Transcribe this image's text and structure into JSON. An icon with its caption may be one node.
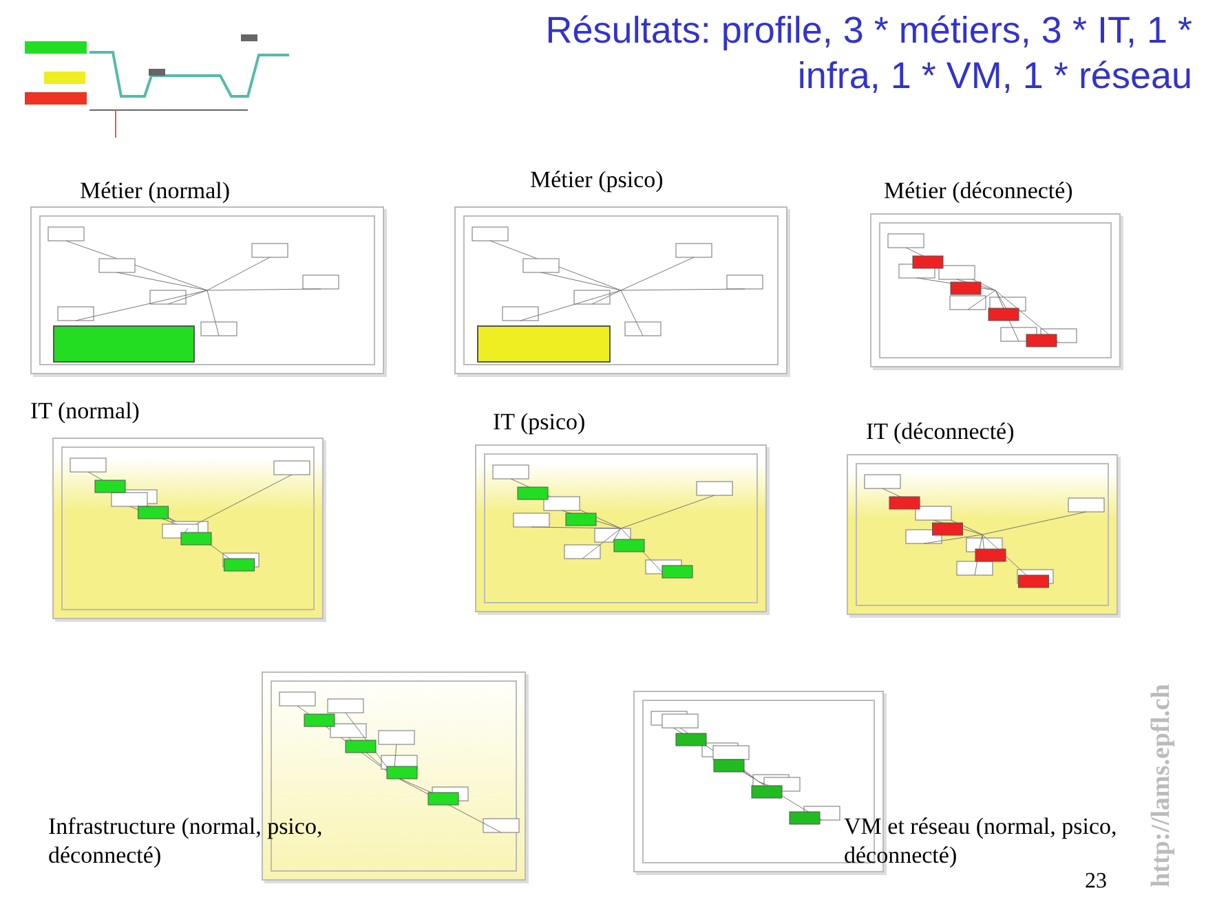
{
  "diagram": {
    "title": "Résultats: profile, 3 * métiers, 3 * IT, 1 * infra, 1 * VM, 1 * réseau",
    "nodes": [
      {
        "text": [],
        "shape": "picture"
      },
      {
        "text": [
          "Métier (normal)"
        ]
      },
      {
        "text": [
          "Métier (psico)"
        ]
      },
      {
        "text": [
          "Métier (déconnecté)"
        ]
      },
      {
        "text": [
          "IT (normal)"
        ]
      },
      {
        "text": [
          "IT (psico)"
        ]
      },
      {
        "text": [
          "IT (déconnecté)"
        ]
      },
      {
        "text": [
          "Infrastructure (normal, psico, déconnecté)"
        ]
      },
      {
        "text": [
          "VM et réseau (normal, psico, déconnecté)"
        ]
      }
    ],
    "labels": [
      "23",
      "http://lams.epfl.ch"
    ]
  }
}
